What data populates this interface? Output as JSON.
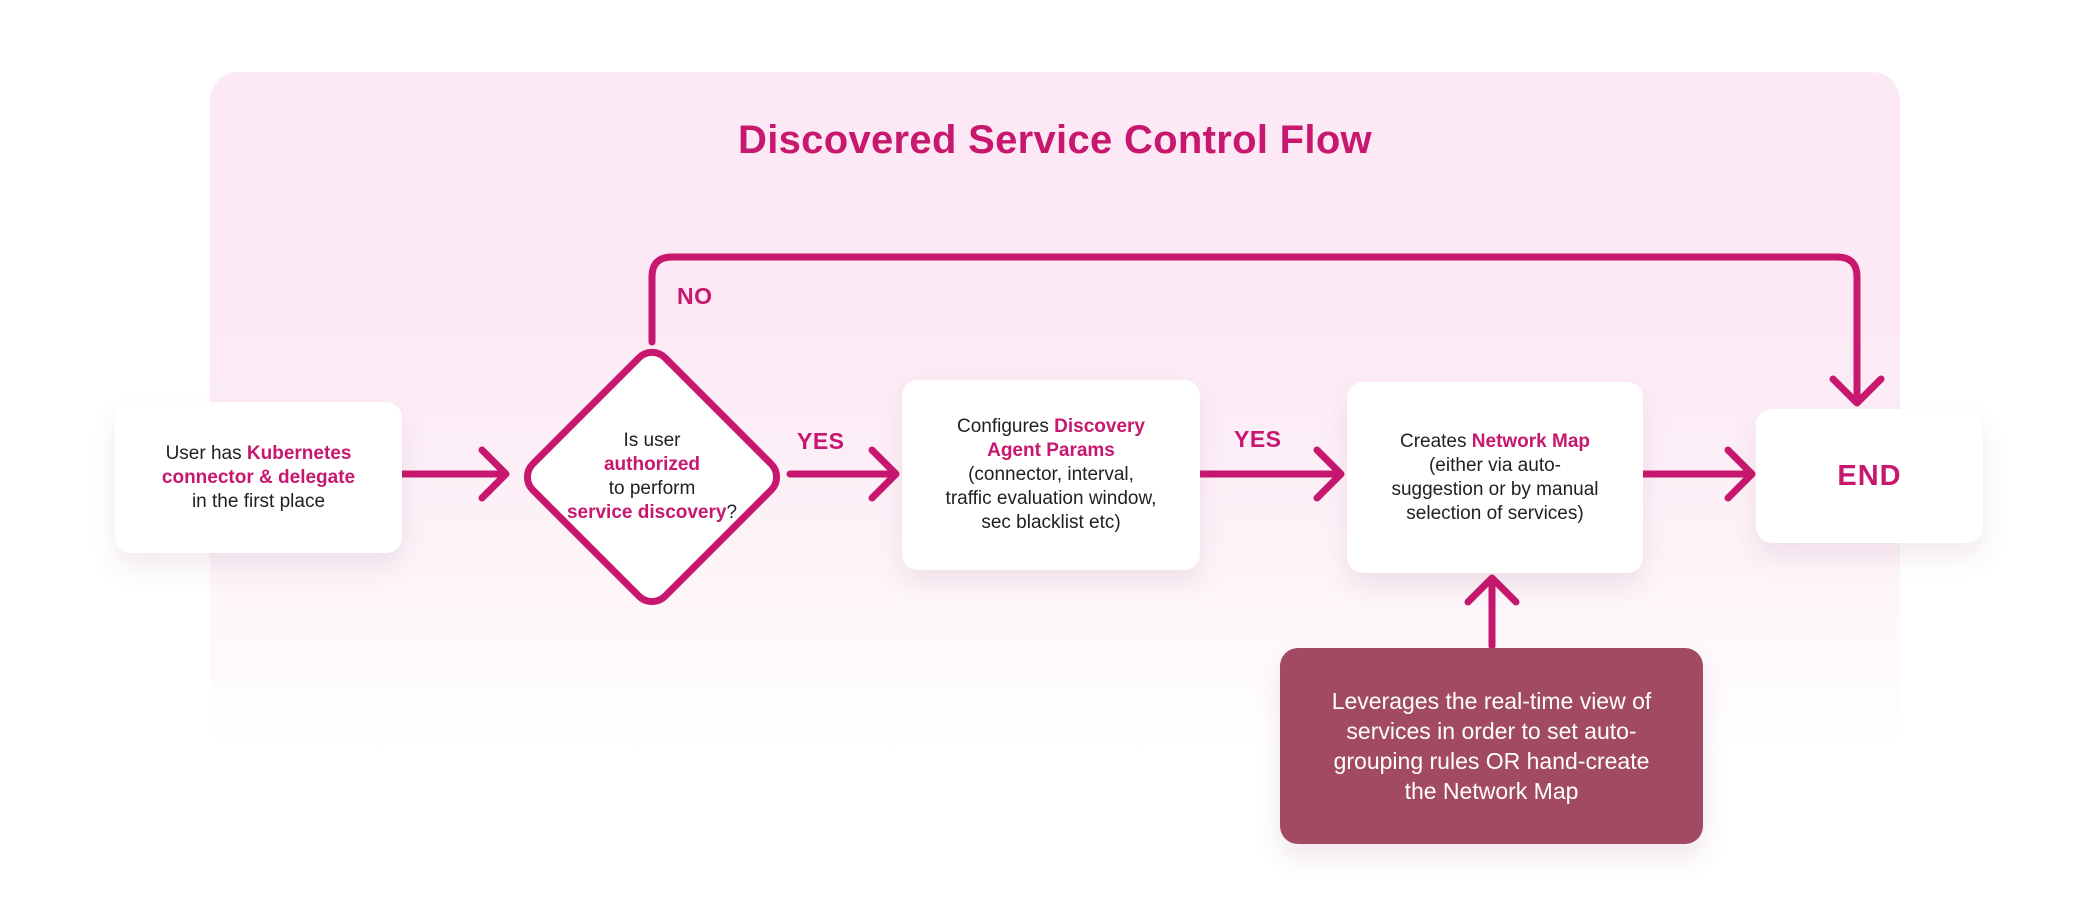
{
  "title": "Discovered Service Control Flow",
  "colors": {
    "accent": "#C7176E",
    "callout_bg": "#A34A63",
    "callout_text": "#FFFFFF",
    "panel_top": "#FCE9F5",
    "panel_bottom": "#FFFFFF",
    "box_bg": "#FFFFFF",
    "text_dark": "#202124"
  },
  "nodes": {
    "start": {
      "lines": [
        [
          {
            "t": "User has ",
            "h": false
          },
          {
            "t": "Kubernetes",
            "h": true
          }
        ],
        [
          {
            "t": "connector & delegate",
            "h": true
          }
        ],
        [
          {
            "t": "in the first place",
            "h": false
          }
        ]
      ]
    },
    "decision": {
      "lines": [
        [
          {
            "t": "Is user",
            "h": false
          }
        ],
        [
          {
            "t": "authorized",
            "h": true
          }
        ],
        [
          {
            "t": "to perform",
            "h": false
          }
        ],
        [
          {
            "t": "service discovery",
            "h": true
          },
          {
            "t": "?",
            "h": false
          }
        ]
      ]
    },
    "params": {
      "lines": [
        [
          {
            "t": "Configures ",
            "h": false
          },
          {
            "t": "Discovery",
            "h": true
          }
        ],
        [
          {
            "t": "Agent Params",
            "h": true
          }
        ],
        [
          {
            "t": "(connector, interval,",
            "h": false
          }
        ],
        [
          {
            "t": "traffic evaluation window,",
            "h": false
          }
        ],
        [
          {
            "t": "sec blacklist etc)",
            "h": false
          }
        ]
      ]
    },
    "network": {
      "lines": [
        [
          {
            "t": "Creates ",
            "h": false
          },
          {
            "t": "Network Map",
            "h": true
          }
        ],
        [
          {
            "t": "(either via auto-",
            "h": false
          }
        ],
        [
          {
            "t": "suggestion or by manual",
            "h": false
          }
        ],
        [
          {
            "t": "selection of services)",
            "h": false
          }
        ]
      ]
    },
    "end": {
      "label": "END"
    },
    "callout": {
      "lines": [
        [
          {
            "t": "Leverages the real-time view of",
            "h": false
          }
        ],
        [
          {
            "t": "services in order to set auto-",
            "h": false
          }
        ],
        [
          {
            "t": "grouping rules OR hand-create",
            "h": false
          }
        ],
        [
          {
            "t": "the Network Map",
            "h": false
          }
        ]
      ]
    }
  },
  "edges": {
    "yes1": "YES",
    "yes2": "YES",
    "no": "NO"
  }
}
